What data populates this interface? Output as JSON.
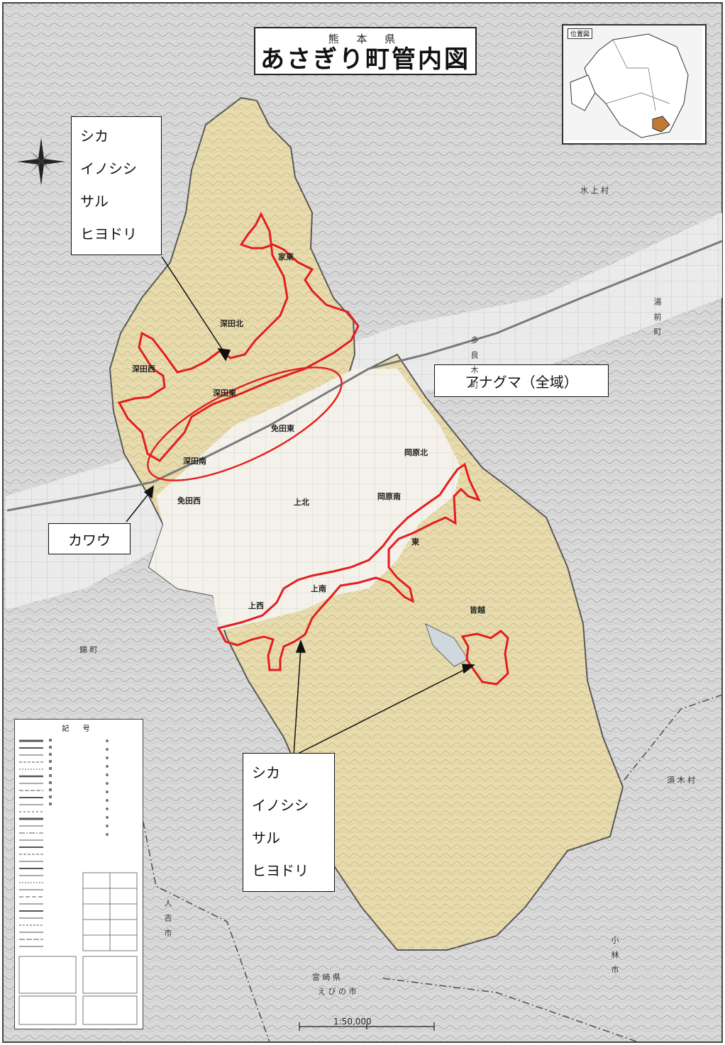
{
  "title": {
    "prefecture": "熊 本 県",
    "main": "あさぎり町管内図"
  },
  "inset_map": {
    "label": "位置図"
  },
  "callouts": {
    "north": [
      "シカ",
      "イノシシ",
      "サル",
      "ヒヨドリ"
    ],
    "south": [
      "シカ",
      "イノシシ",
      "サル",
      "ヒヨドリ"
    ],
    "anaguma": "アナグマ（全域）",
    "kawau": "カワウ"
  },
  "districts": {
    "fukada_kita": "深田北",
    "fukada_nishi": "深田西",
    "fukada_higashi": "深田東",
    "fukada_minami": "深田南",
    "menda_higashi": "免田東",
    "menda_nishi": "免田西",
    "okahara_kita": "岡原北",
    "okahara_minami": "岡原南",
    "ue_kita": "上北",
    "ue_minami": "上南",
    "ue_nishi": "上西",
    "higashi": "東",
    "minakoshi": "皆越",
    "ie_higashi": "家東"
  },
  "surroundings": {
    "mizukami": "水 上 村",
    "yunomae": "湯前町",
    "taragi": "多良木町",
    "nishiki": "錦 町",
    "hitoyoshi": "人吉市",
    "sue": "須 木 村",
    "kobayashi": "小林市",
    "miyazaki": "宮 崎 県",
    "ebino": "え び の 市"
  },
  "legend": {
    "title": "記 号"
  },
  "scale": "1:50,000",
  "colors": {
    "town_fill": "#e8dcae",
    "outside_fill": "#dcdcdc",
    "zone_line": "#e41d1d",
    "boundary": "#555555"
  }
}
